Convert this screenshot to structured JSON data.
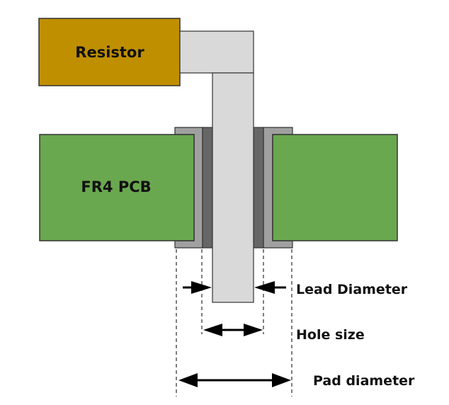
{
  "title": "Through-hole pad dimensions",
  "components": {
    "resistor": {
      "label": "Resistor",
      "color": "#BF8F00"
    },
    "pcb": {
      "label": "FR4 PCB",
      "color": "#6AA84F"
    },
    "lead": {
      "color": "#D9D9D9"
    },
    "pad": {
      "color": "#A0A0A0"
    },
    "barrel": {
      "color": "#666666"
    }
  },
  "dimensions": {
    "lead_diameter": {
      "label": "Lead Diameter"
    },
    "hole_size": {
      "label": "Hole size"
    },
    "pad_diameter": {
      "label": "Pad diameter"
    }
  },
  "outline_color": "#333333"
}
